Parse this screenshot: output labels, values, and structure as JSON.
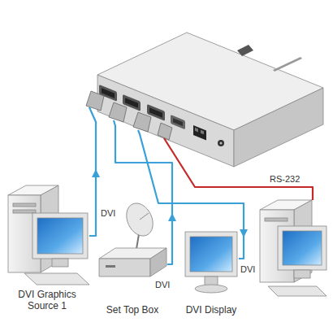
{
  "diagram": {
    "nodes": [
      {
        "text": [
          "DVI Graphics Source 1"
        ]
      },
      {
        "text": [
          "Set Top Box"
        ]
      },
      {
        "text": [
          "DVI Display"
        ]
      }
    ],
    "labels": [
      "DVI",
      "DVI",
      "DVI",
      "RS-232"
    ]
  }
}
